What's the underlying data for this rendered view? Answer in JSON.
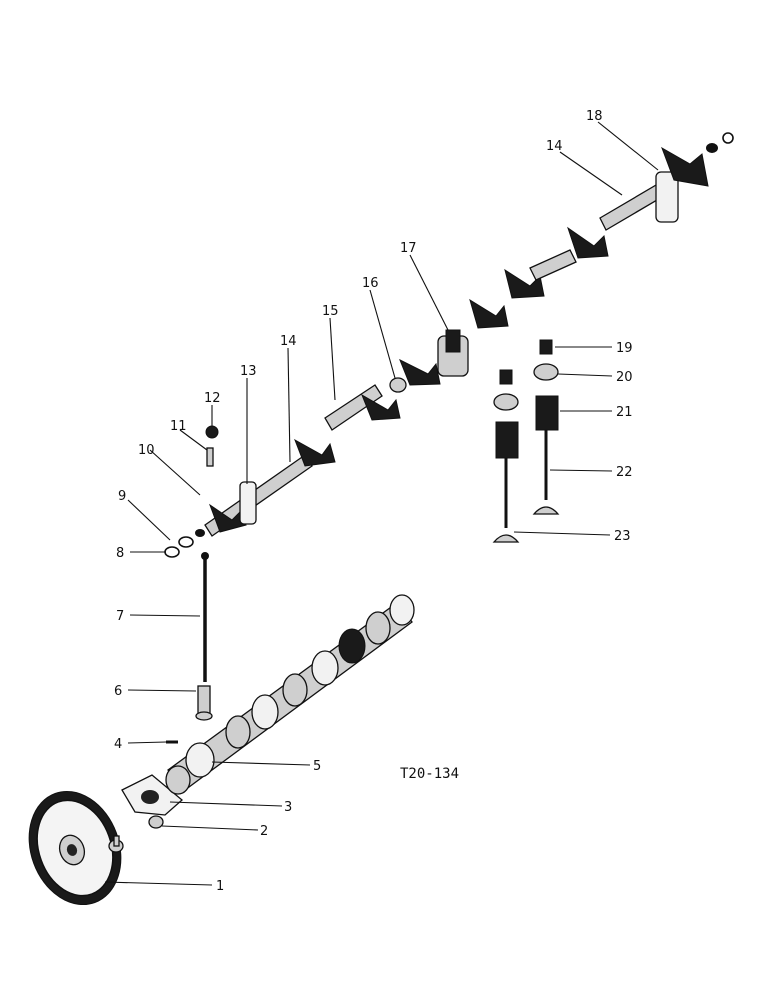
{
  "drawing_code": "T20-134",
  "callouts": [
    "1",
    "2",
    "3",
    "4",
    "5",
    "6",
    "7",
    "8",
    "9",
    "10",
    "11",
    "12",
    "13",
    "14",
    "14",
    "15",
    "16",
    "17",
    "18",
    "19",
    "20",
    "21",
    "22",
    "23"
  ]
}
